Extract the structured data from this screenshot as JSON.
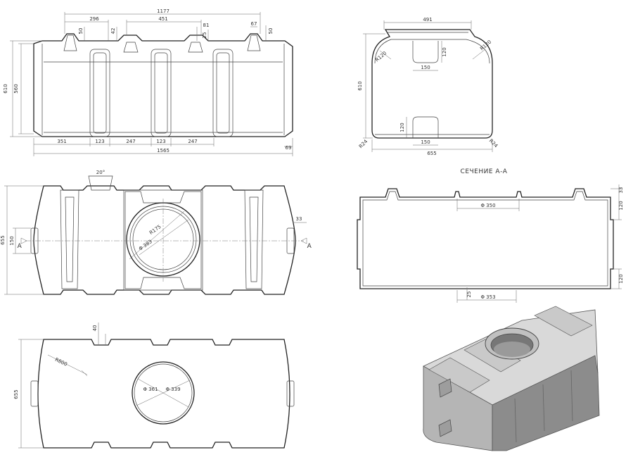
{
  "section_title": "СЕЧЕНИЕ А-А",
  "section_marks": {
    "left": "A",
    "right": "A"
  },
  "front_view": {
    "top": [
      "1177",
      "296",
      "451",
      "50",
      "42",
      "81",
      "25",
      "67",
      "50"
    ],
    "side": [
      "610",
      "560"
    ],
    "bottom": [
      "351",
      "123",
      "247",
      "123",
      "247"
    ],
    "total": "1565",
    "right": "69"
  },
  "end_view": {
    "top": "491",
    "radius_left": "R120",
    "radius_right": "R120",
    "hatch_top_height": "120",
    "hatch_top_width": "150",
    "height": "610",
    "hatch_bottom_height": "120",
    "hatch_bottom_width": "150",
    "corner_left": "R24",
    "corner_right": "R24",
    "width": "655"
  },
  "top_view": {
    "angle": "20°",
    "width": "655",
    "height_150": "150",
    "neck_radius": "R175",
    "neck_diameter": "Φ 383",
    "right": "33"
  },
  "section_view": {
    "top_diameter": "Φ 350",
    "right_top": "33",
    "right_mid": "120",
    "right_bottom": "120",
    "bottom_small": "25",
    "bottom_diameter": "Φ 353"
  },
  "bottom_view": {
    "top": "40",
    "radius": "R800",
    "width": "655",
    "outer_diameter": "Φ 361",
    "inner_diameter": "Φ 339"
  },
  "colors": {
    "line": "#222222",
    "tank_light": "#d9d9d9",
    "tank_mid": "#b5b5b5",
    "tank_dark": "#8c8c8c"
  }
}
